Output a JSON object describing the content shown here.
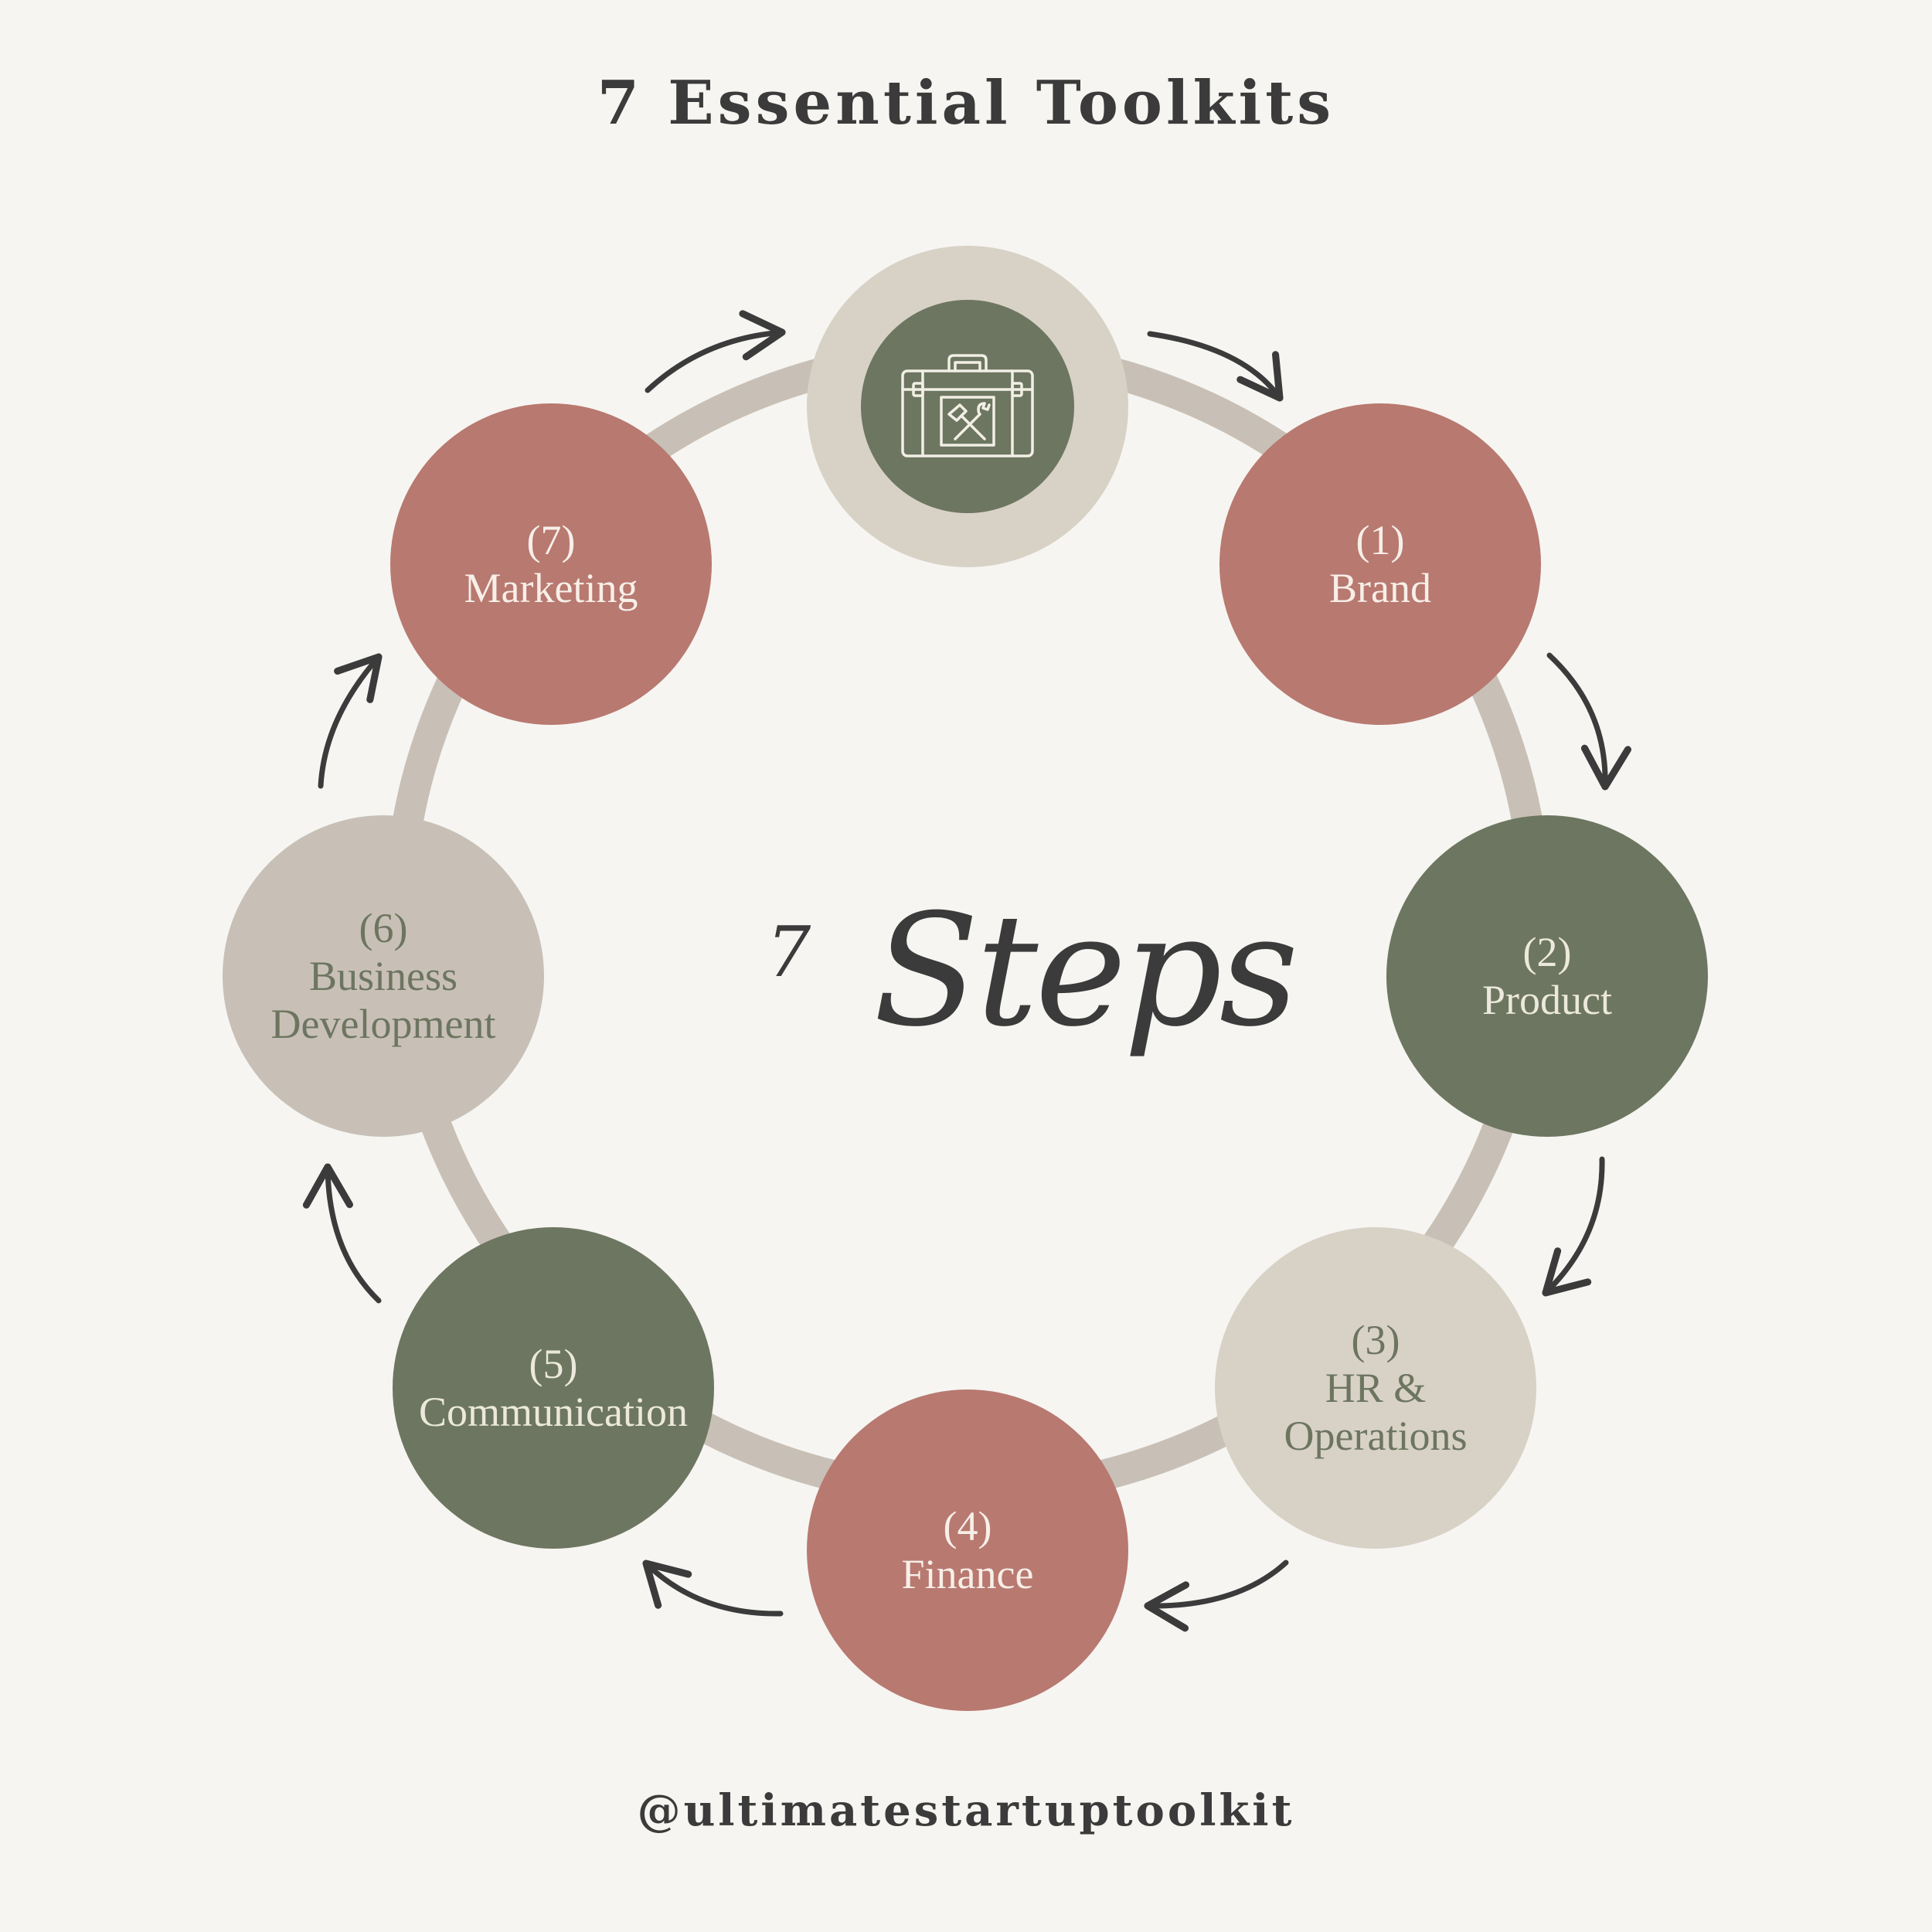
{
  "title": "7 Essential Toolkits",
  "handle": "@ultimatestartuptoolkit",
  "center": {
    "number": "7",
    "word": "Steps"
  },
  "hub": {
    "icon": "toolbox-icon"
  },
  "steps": [
    {
      "num": "(1)",
      "label": "Brand"
    },
    {
      "num": "(2)",
      "label": "Product"
    },
    {
      "num": "(3)",
      "label": "HR &\nOperations"
    },
    {
      "num": "(4)",
      "label": "Finance"
    },
    {
      "num": "(5)",
      "label": "Communication"
    },
    {
      "num": "(6)",
      "label": "Business\nDevelopment"
    },
    {
      "num": "(7)",
      "label": "Marketing"
    }
  ],
  "colors": {
    "background": "#f6f5f1",
    "rose": "#b87970",
    "sage": "#6d7660",
    "stone": "#c8c0b6",
    "sand": "#d8d2c6",
    "ring": "#c8c0b6",
    "text": "#3b3b3b"
  }
}
